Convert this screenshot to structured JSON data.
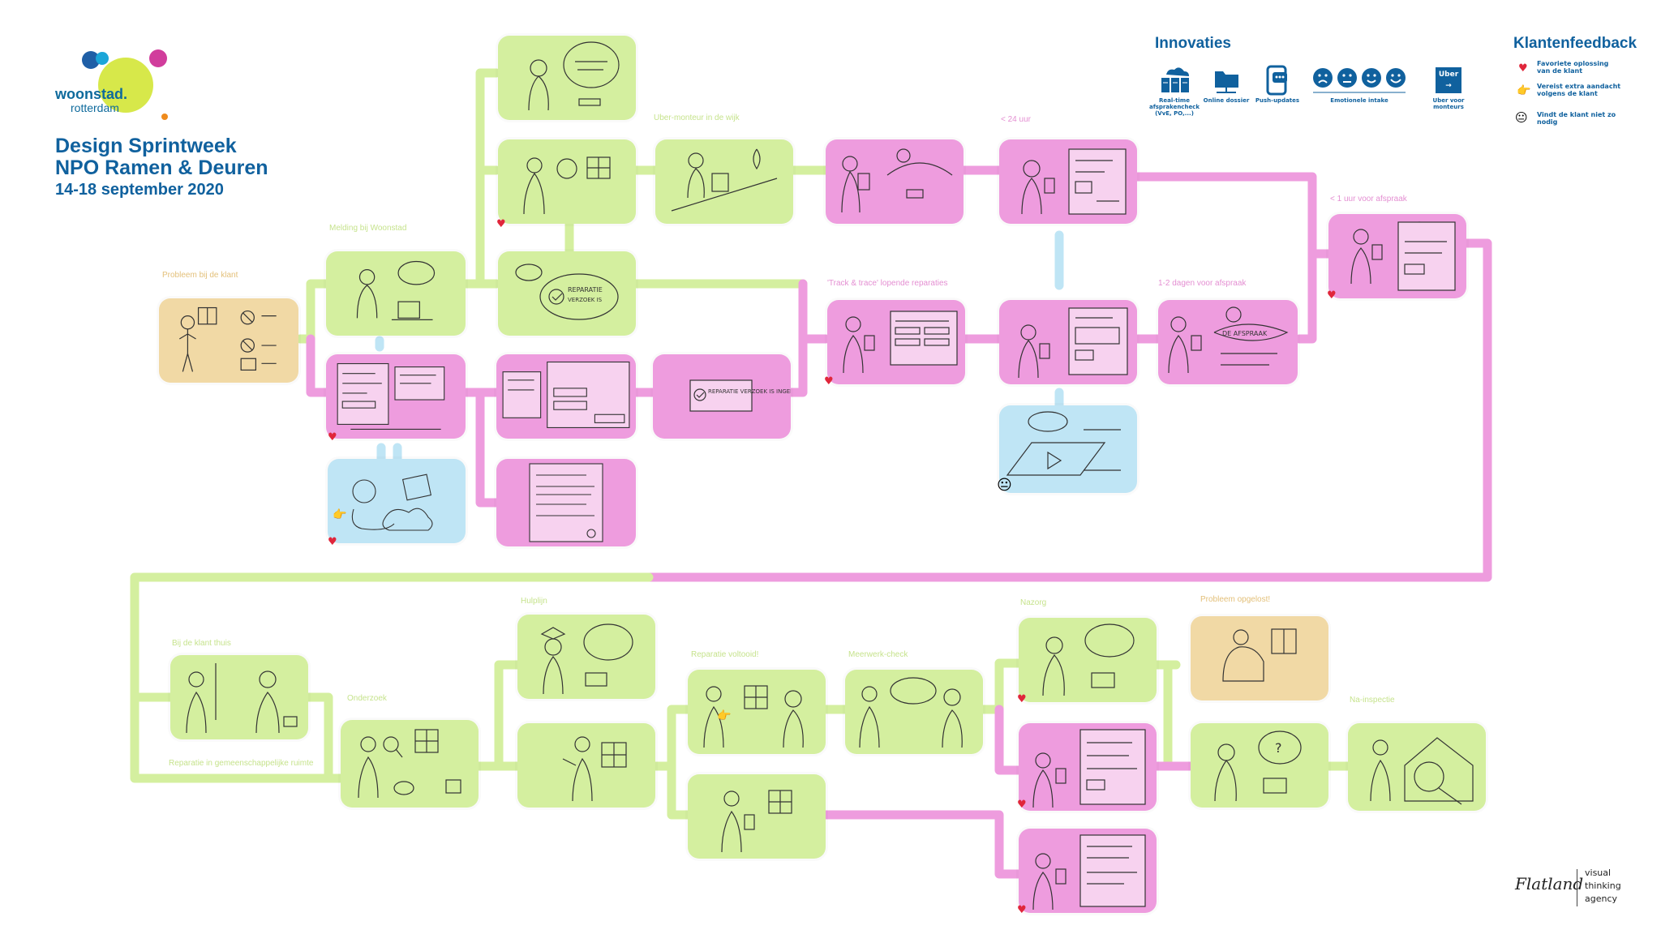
{
  "logo": {
    "name": "woonstad.",
    "sub": "rotterdam",
    "circle_colors": [
      "#1f5fa6",
      "#1ba6d8",
      "#d13d9c",
      "#d7e84a",
      "#ef8b1c"
    ]
  },
  "header": {
    "line1": "Design Sprintweek",
    "line2": "NPO Ramen & Deuren",
    "line3": "14-18 september 2020"
  },
  "innovations": {
    "title": "Innovaties",
    "items": [
      {
        "icon": "server-cloud-icon",
        "label": "Real-time afsprakencheck (VvE, PO,...)"
      },
      {
        "icon": "folder-icon",
        "label": "Online dossier"
      },
      {
        "icon": "phone-chat-icon",
        "label": "Push-updates"
      },
      {
        "icon": "emotion-faces-icon",
        "label": "Emotionele intake"
      },
      {
        "icon": "uber-icon",
        "label": "Uber voor monteurs",
        "badge": "Uber"
      }
    ]
  },
  "feedback": {
    "title": "Klantenfeedback",
    "items": [
      {
        "icon": "heart-icon",
        "label": "Favoriete oplossing van de klant"
      },
      {
        "icon": "pointing-hand-icon",
        "label": "Vereist extra aandacht volgens de klant"
      },
      {
        "icon": "neutral-smiley-icon",
        "label": "Vindt de klant niet zo nodig"
      }
    ]
  },
  "stages": {
    "probleem": "Probleem bij de klant",
    "melding": "Melding bij Woonstad",
    "uber": "Uber-monteur in de wijk",
    "lt24": "< 24 uur",
    "lt1": "< 1 uur voor afspraak",
    "track": "'Track & trace' lopende reparaties",
    "dagen": "1-2 dagen voor afspraak",
    "thuis": "Bij de klant thuis",
    "hulplijn": "Hulplijn",
    "onderzoek": "Onderzoek",
    "ruimte": "Reparatie in gemeenschappelijke ruimte",
    "voltooid": "Reparatie voltooid!",
    "meerwerk": "Meerwerk-check",
    "nazorg": "Nazorg",
    "opgelost": "Probleem opgelost!",
    "nainspectie": "Na-inspectie"
  },
  "card_notes": {
    "reparatie1": "REPARATIE VERZOEK IS INGEDIEND!",
    "reparatie2": "REPARATIE VERZOEK IS INGEDIEND!",
    "afspraak": "DE AFSPRAAK"
  },
  "brand": {
    "name": "Flatland",
    "tagline": [
      "visual",
      "thinking",
      "agency"
    ]
  },
  "colors": {
    "green": "#d4ef9f",
    "pink": "#ee9cde",
    "blue": "#bfe5f5",
    "tan": "#f1d9a5",
    "title_blue": "#10619e"
  }
}
